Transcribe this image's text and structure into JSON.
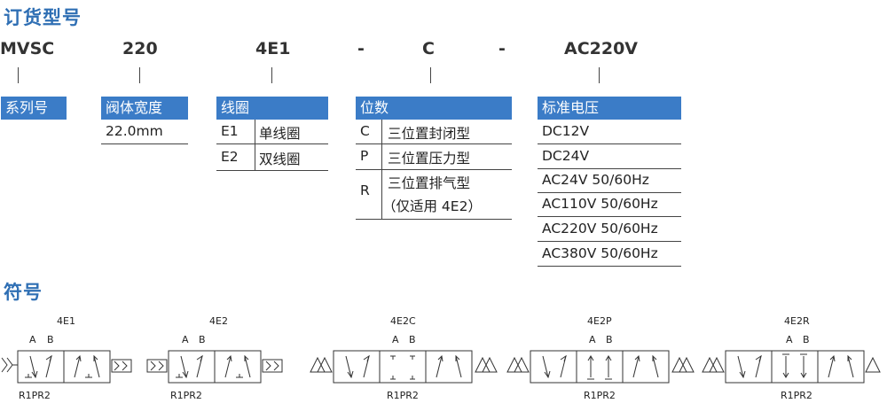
{
  "sections": {
    "order_title": "订货型号",
    "symbol_title": "符号"
  },
  "code": {
    "segments": [
      "MVSC",
      "220",
      "4E1",
      "-",
      "C",
      "-",
      "AC220V"
    ]
  },
  "groups": {
    "series": {
      "header": "系列号"
    },
    "body_width": {
      "header": "阀体宽度",
      "value": "22.0mm"
    },
    "coil": {
      "header": "线圈",
      "rows": [
        {
          "code": "E1",
          "label": "单线圈"
        },
        {
          "code": "E2",
          "label": "双线圈"
        }
      ]
    },
    "position": {
      "header": "位数",
      "rows": [
        {
          "code": "C",
          "label": "三位置封闭型"
        },
        {
          "code": "P",
          "label": "三位置压力型"
        },
        {
          "code": "R",
          "label": "三位置排气型",
          "note": "（仅适用 4E2）"
        }
      ]
    },
    "voltage": {
      "header": "标准电压",
      "items": [
        "DC12V",
        "DC24V",
        "AC24V 50/60Hz",
        "AC110V 50/60Hz",
        "AC220V 50/60Hz",
        "AC380V 50/60Hz"
      ]
    }
  },
  "symbols": [
    {
      "name": "4E1",
      "port_a": "A",
      "port_b": "B",
      "exhaust": "R1PR2"
    },
    {
      "name": "4E2",
      "port_a": "A",
      "port_b": "B",
      "exhaust": "R1PR2"
    },
    {
      "name": "4E2C",
      "port_a": "A",
      "port_b": "B",
      "exhaust": "R1PR2"
    },
    {
      "name": "4E2P",
      "port_a": "A",
      "port_b": "B",
      "exhaust": "R1PR2"
    },
    {
      "name": "4E2R",
      "port_a": "A",
      "port_b": "B",
      "exhaust": "R1PR2"
    }
  ]
}
